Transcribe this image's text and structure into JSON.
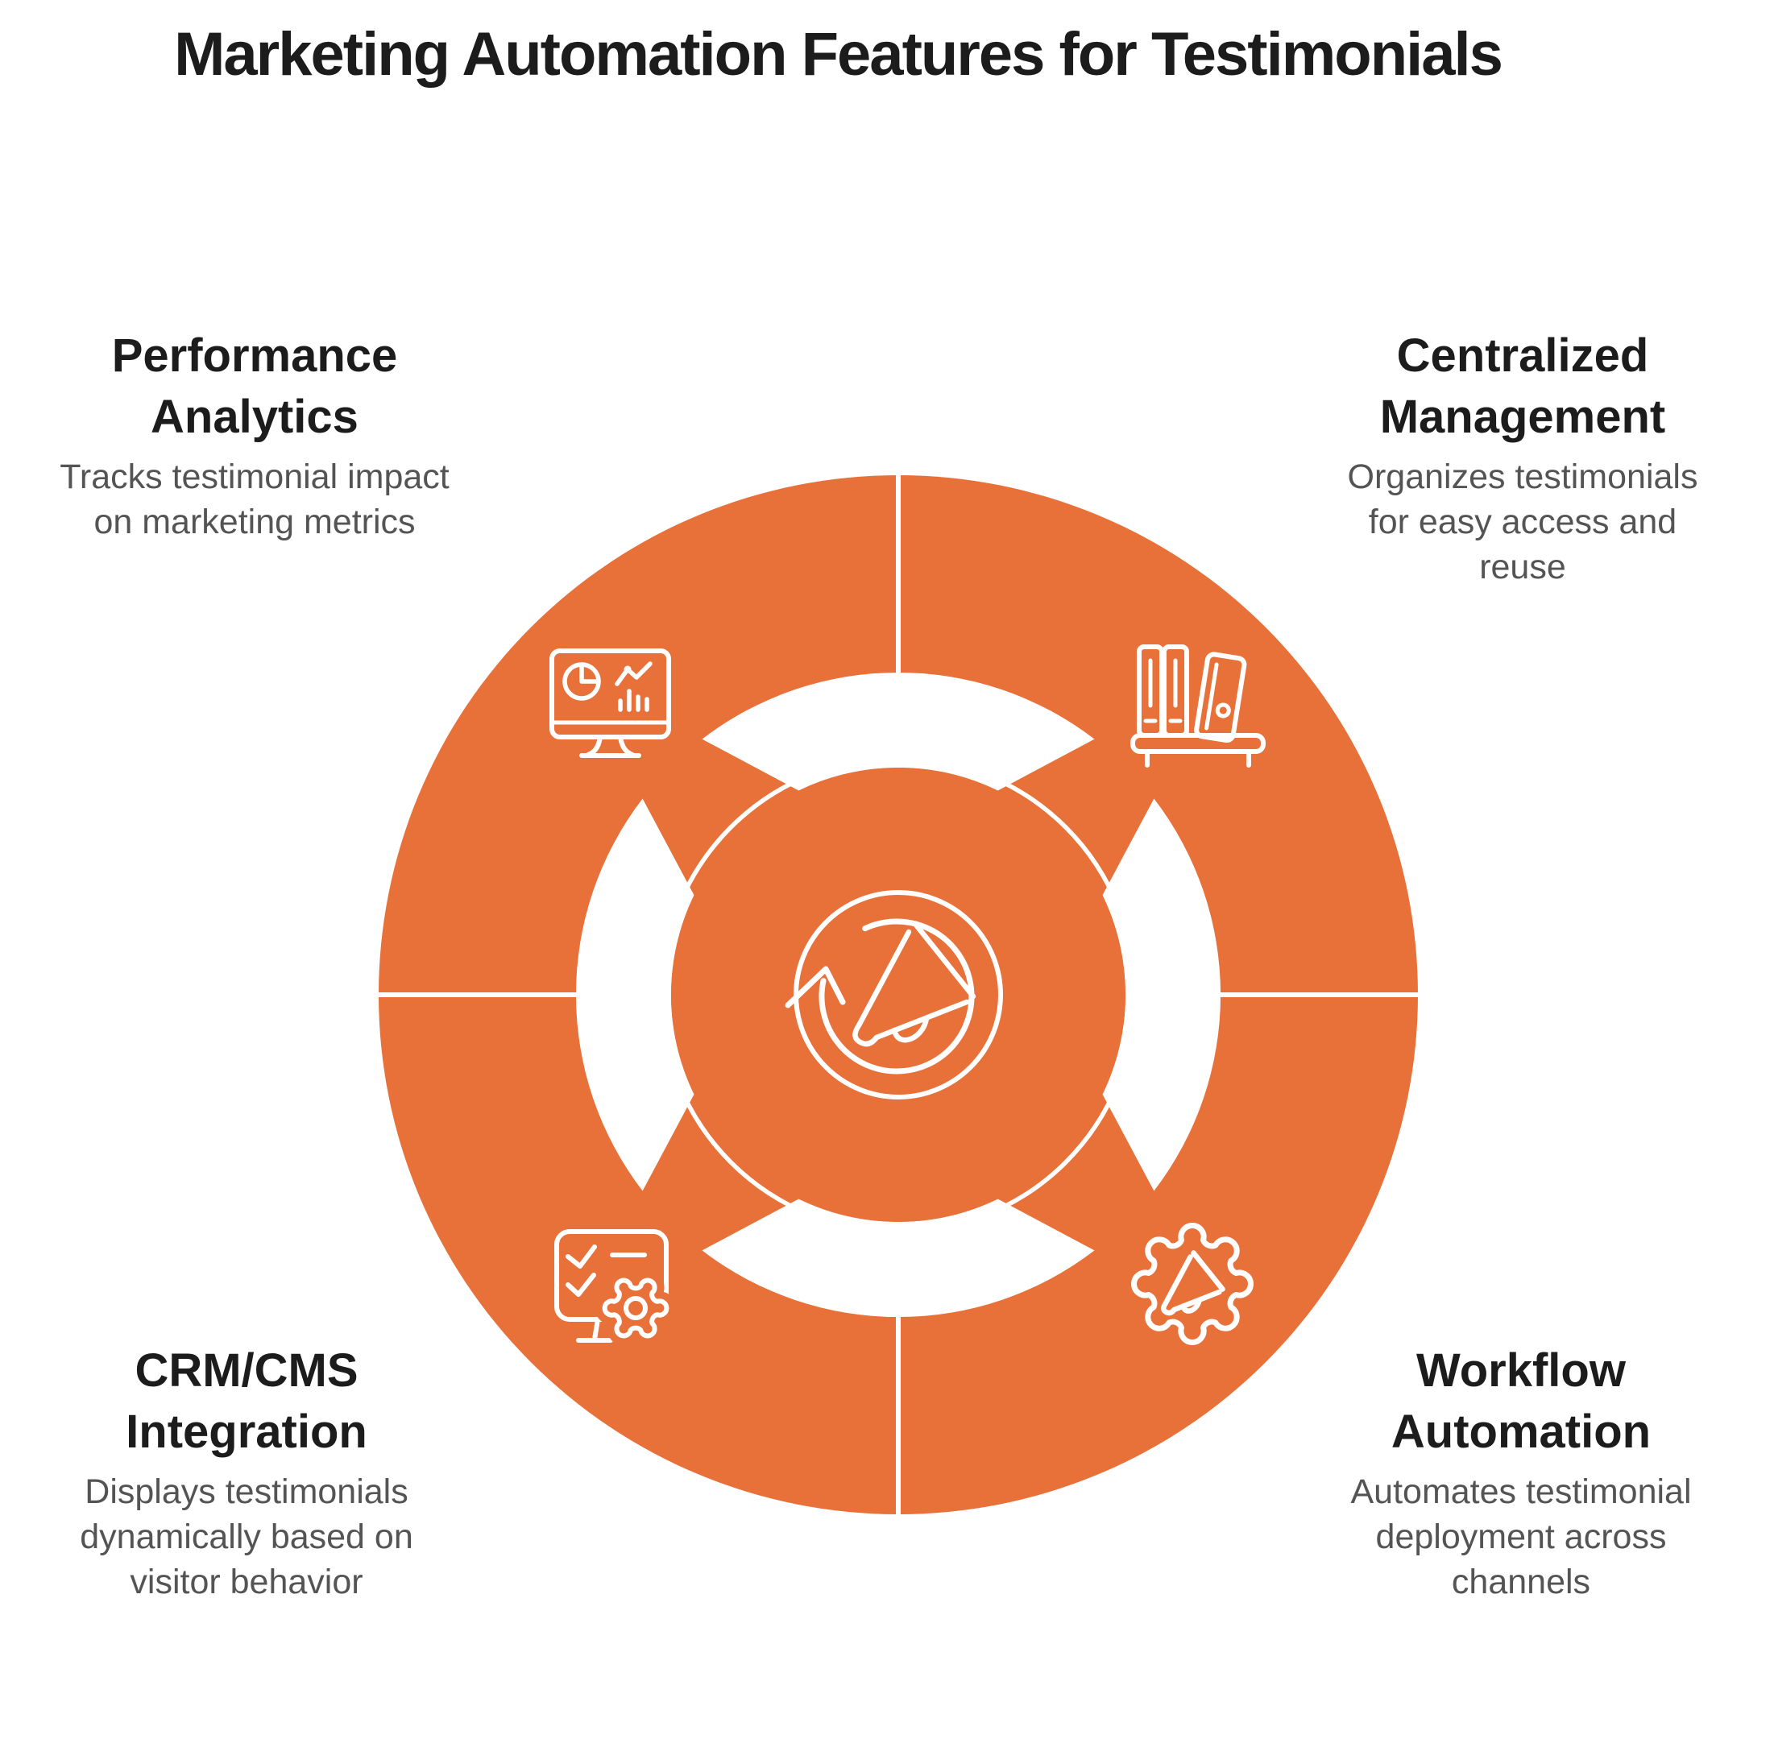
{
  "title": "Marketing Automation Features for Testimonials",
  "colors": {
    "accent": "#E8713A",
    "heading": "#1C1C1C",
    "body": "#545454",
    "background": "#FFFFFF",
    "icon_stroke": "#FFFFFF"
  },
  "center_icon": "megaphone-cycle-icon",
  "features": [
    {
      "id": "performance-analytics",
      "position": "top-left",
      "icon": "analytics-dashboard-icon",
      "title_lines": [
        "Performance",
        "Analytics"
      ],
      "desc_lines": [
        "Tracks testimonial impact",
        "on marketing metrics"
      ]
    },
    {
      "id": "centralized-management",
      "position": "top-right",
      "icon": "binders-shelf-icon",
      "title_lines": [
        "Centralized",
        "Management"
      ],
      "desc_lines": [
        "Organizes testimonials",
        "for easy access and",
        "reuse"
      ]
    },
    {
      "id": "crm-cms-integration",
      "position": "bottom-left",
      "icon": "checklist-gear-icon",
      "title_lines": [
        "CRM/CMS",
        "Integration"
      ],
      "desc_lines": [
        "Displays testimonials",
        "dynamically based on",
        "visitor behavior"
      ]
    },
    {
      "id": "workflow-automation",
      "position": "bottom-right",
      "icon": "automation-gear-megaphone-icon",
      "title_lines": [
        "Workflow",
        "Automation"
      ],
      "desc_lines": [
        "Automates testimonial",
        "deployment across",
        "channels"
      ]
    }
  ]
}
